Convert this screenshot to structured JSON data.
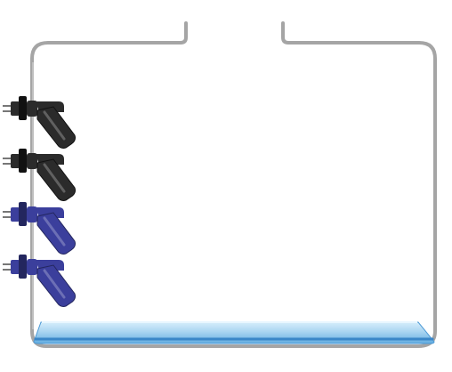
{
  "scene": {
    "tank": {
      "wall_color": "#9a9a9a",
      "wall_highlight": "#e6e6e6",
      "has_top_opening": true
    },
    "water": {
      "level_fraction": 0.07,
      "surface_color": "#bfe0f5",
      "body_color": "#7fbde6",
      "edge_color": "#3f8fd0"
    },
    "float_switches": [
      {
        "id": "switch-1",
        "color": "#2b2b2b",
        "shade": "#111111",
        "icon": "float-switch-icon"
      },
      {
        "id": "switch-2",
        "color": "#2b2b2b",
        "shade": "#111111",
        "icon": "float-switch-icon"
      },
      {
        "id": "switch-3",
        "color": "#3b3f9c",
        "shade": "#23265e",
        "icon": "float-switch-icon"
      },
      {
        "id": "switch-4",
        "color": "#3b3f9c",
        "shade": "#23265e",
        "icon": "float-switch-icon"
      }
    ]
  }
}
